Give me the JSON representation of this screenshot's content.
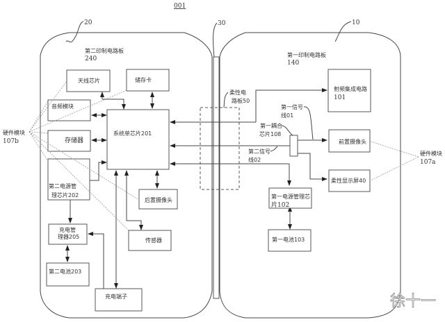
{
  "figure_id": "001",
  "refs": {
    "left_board": "20",
    "flex_connector": "30",
    "right_board": "10"
  },
  "left_board": {
    "title": "第二印制电路板",
    "number": "240",
    "blocks": {
      "antenna": "天线芯片",
      "storage_card": "储存卡",
      "audio": "音频模块",
      "memory": "存储器",
      "soc": "系统单芯片201",
      "pmic2_l1": "第二电源管",
      "pmic2_l2": "理芯片202",
      "rear_camera": "后置摄像头",
      "charger_l1": "充电管",
      "charger_l2": "理器205",
      "sensor": "传感器",
      "battery2": "第二电池203",
      "charge_port": "充电端子"
    },
    "hw_label_l1": "硬件模块",
    "hw_label_l2": "107b"
  },
  "flex_board": {
    "label_l1": "柔性电",
    "label_l2": "路板50"
  },
  "right_board": {
    "title": "第一印制电路板",
    "number": "140",
    "blocks": {
      "rf_l1": "射频集成电路",
      "rf_l2": "101",
      "front_camera": "前置摄像头",
      "flex_display": "柔性显示屏40",
      "pmic1_l1": "第一电源管理芯",
      "pmic1_l2": "片102",
      "battery1": "第一电池103"
    },
    "signal1_l1": "第一信号",
    "signal1_l2": "线01",
    "coupler_l1": "第一耦合",
    "coupler_l2": "芯片108",
    "signal2_l1": "第二信号",
    "signal2_l2": "线02",
    "hw_label_l1": "硬件模块",
    "hw_label_l2": "107a"
  },
  "watermark": "徐十一"
}
